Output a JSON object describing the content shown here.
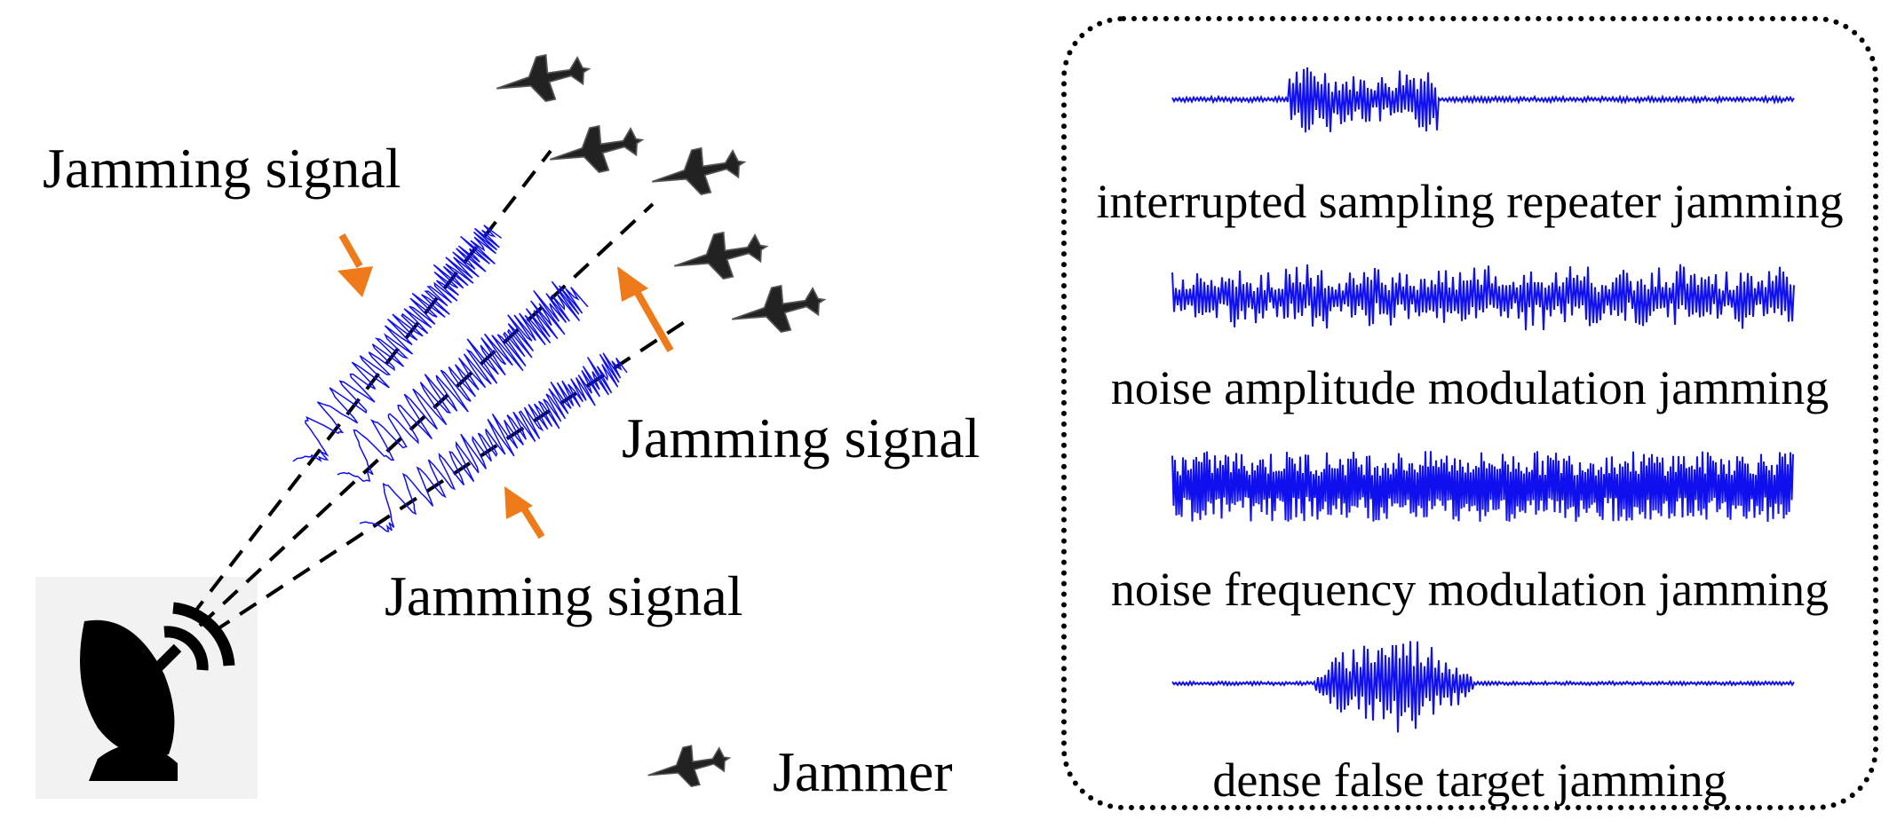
{
  "labels": {
    "jamming_signal_top": "Jamming signal",
    "jamming_signal_right": "Jamming signal",
    "jamming_signal_bottom": "Jamming signal",
    "jammer_legend": "Jammer"
  },
  "jamming_types": [
    {
      "name": "interrupted sampling repeater jamming"
    },
    {
      "name": "noise amplitude modulation jamming"
    },
    {
      "name": "noise frequency modulation jamming"
    },
    {
      "name": "dense false target jamming"
    }
  ],
  "colors": {
    "signal": "#1010ee",
    "arrow": "#ee7a1a",
    "aircraft": "#222222",
    "radar_bg": "#f2f2f2"
  },
  "icons": {
    "radar": "radar-dish-icon",
    "jammer": "fighter-jet-icon"
  }
}
